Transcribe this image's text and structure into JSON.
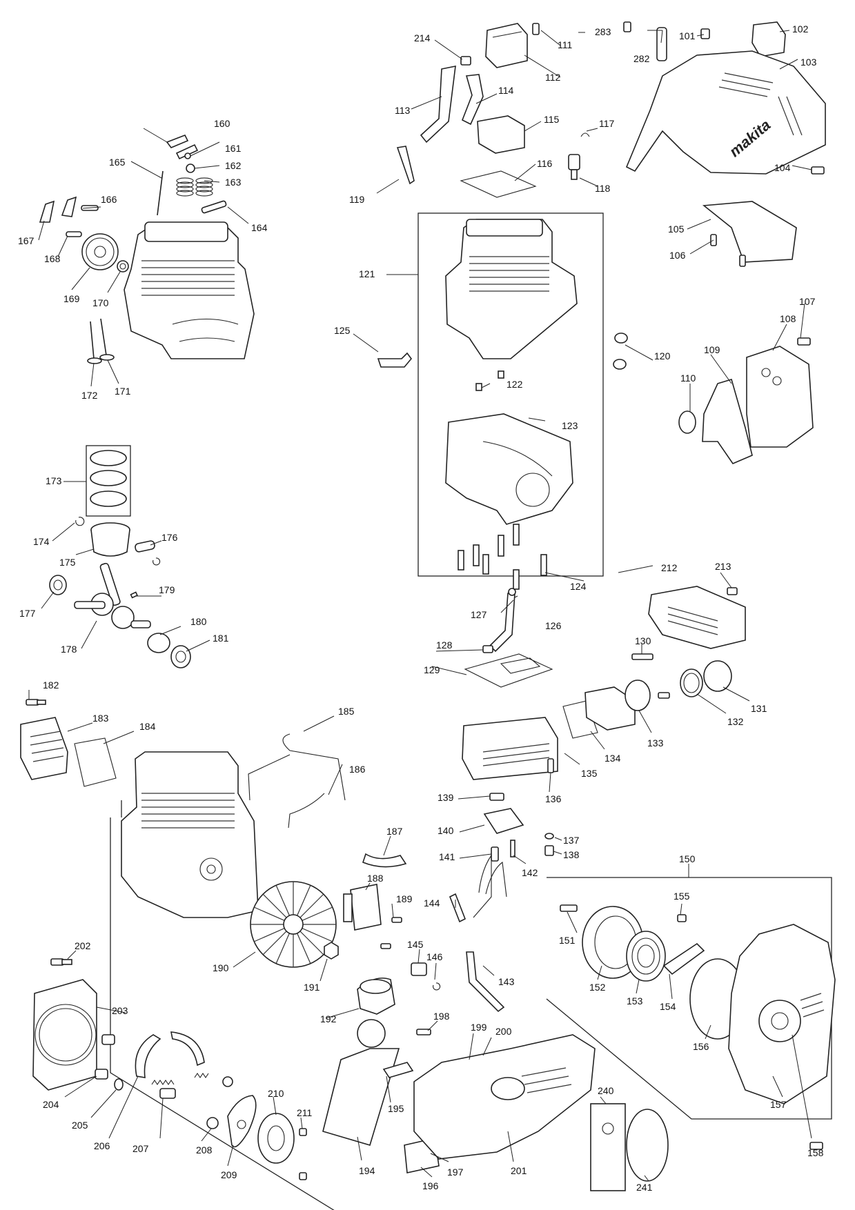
{
  "brand_logo": "makita",
  "labels": {
    "101": "101",
    "102": "102",
    "103": "103",
    "104": "104",
    "105": "105",
    "106": "106",
    "107": "107",
    "108": "108",
    "109": "109",
    "110": "110",
    "111": "111",
    "112": "112",
    "113": "113",
    "114": "114",
    "115": "115",
    "116": "116",
    "117": "117",
    "118": "118",
    "119": "119",
    "120": "120",
    "121": "121",
    "122": "122",
    "123": "123",
    "124": "124",
    "125": "125",
    "126": "126",
    "127": "127",
    "128": "128",
    "129": "129",
    "130": "130",
    "131": "131",
    "132": "132",
    "133": "133",
    "134": "134",
    "135": "135",
    "136": "136",
    "137": "137",
    "138": "138",
    "139": "139",
    "140": "140",
    "141": "141",
    "142": "142",
    "143": "143",
    "144": "144",
    "145": "145",
    "146": "146",
    "150": "150",
    "151": "151",
    "152": "152",
    "153": "153",
    "154": "154",
    "155": "155",
    "156": "156",
    "157": "157",
    "158": "158",
    "160": "160",
    "161": "161",
    "162": "162",
    "163": "163",
    "164": "164",
    "165": "165",
    "166": "166",
    "167": "167",
    "168": "168",
    "169": "169",
    "170": "170",
    "171": "171",
    "172": "172",
    "173": "173",
    "174": "174",
    "175": "175",
    "176": "176",
    "177": "177",
    "178": "178",
    "179": "179",
    "180": "180",
    "181": "181",
    "182": "182",
    "183": "183",
    "184": "184",
    "185": "185",
    "186": "186",
    "187": "187",
    "188": "188",
    "189": "189",
    "190": "190",
    "191": "191",
    "192": "192",
    "194": "194",
    "195": "195",
    "196": "196",
    "197": "197",
    "198": "198",
    "199": "199",
    "200": "200",
    "201": "201",
    "202": "202",
    "203": "203",
    "204": "204",
    "205": "205",
    "206": "206",
    "207": "207",
    "208": "208",
    "209": "209",
    "210": "210",
    "211": "211",
    "212": "212",
    "213": "213",
    "214": "214",
    "240": "240",
    "241": "241",
    "282": "282",
    "283": "283"
  }
}
